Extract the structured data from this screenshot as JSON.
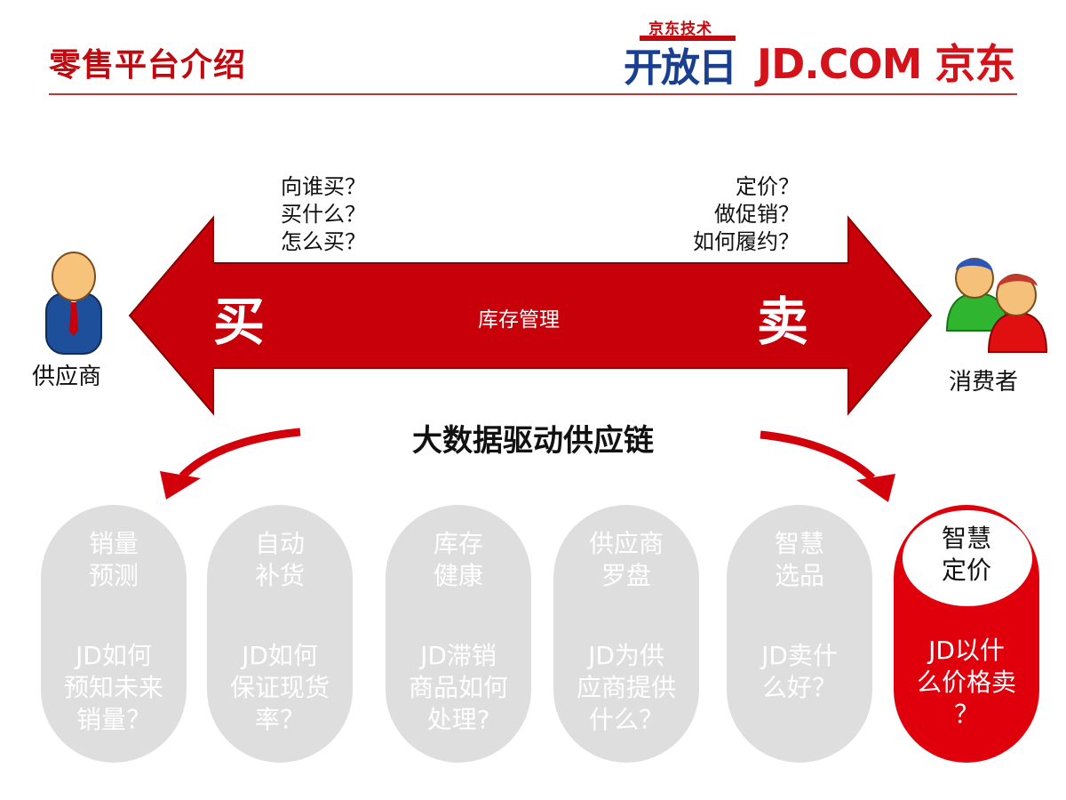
{
  "header": {
    "title": "零售平台介绍",
    "logo_open_top": "京东技术",
    "logo_open_main": "开放日",
    "logo_jd": "JD.COM 京东"
  },
  "colors": {
    "brand_red": "#c00a0f",
    "arrow_red": "#c8000a",
    "card_gray": "#dedede",
    "card_active": "#e0000b"
  },
  "diagram": {
    "left_questions": [
      "向谁买？",
      "买什么？",
      "怎么买？"
    ],
    "right_questions": [
      "定价？",
      "做促销？",
      "如何履约？"
    ],
    "buy_label": "买",
    "sell_label": "卖",
    "middle_label": "库存管理",
    "supplier_label": "供应商",
    "consumer_label": "消费者",
    "center_title": "大数据驱动供应链"
  },
  "cards": [
    {
      "head": [
        "销量",
        "预测"
      ],
      "body": [
        "JD如何",
        "预知未来",
        "销量？"
      ]
    },
    {
      "head": [
        "自动",
        "补货"
      ],
      "body": [
        "JD如何",
        "保证现货",
        "率？"
      ]
    },
    {
      "head": [
        "库存",
        "健康"
      ],
      "body": [
        "JD滞销",
        "商品如何",
        "处理?"
      ]
    },
    {
      "head": [
        "供应商",
        "罗盘"
      ],
      "body": [
        "JD为供",
        "应商提供",
        "什么？"
      ]
    },
    {
      "head": [
        "智慧",
        "选品"
      ],
      "body": [
        "JD卖什",
        "么好？"
      ]
    },
    {
      "head": [
        "智慧",
        "定价"
      ],
      "body": [
        "JD以什",
        "么价格卖",
        "？"
      ]
    }
  ]
}
